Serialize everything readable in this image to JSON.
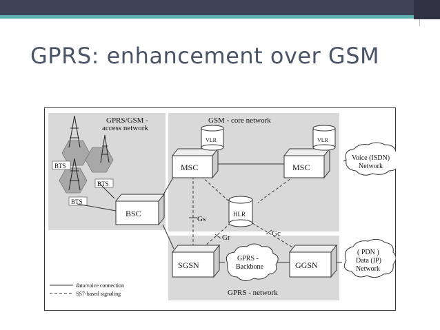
{
  "slide": {
    "title": "GPRS: enhancement over GSM"
  },
  "diagram": {
    "regions": {
      "access": "GPRS/GSM -\naccess network",
      "core": "GSM - core network",
      "gprs": "GPRS - network"
    },
    "nodes": {
      "bts1": "BTS",
      "bts2": "BTS",
      "bts3": "BTS",
      "bsc": "BSC",
      "msc1": "MSC",
      "msc2": "MSC",
      "vlr1": "VLR",
      "vlr2": "VLR",
      "hlr": "HLR",
      "sgsn": "SGSN",
      "ggsn": "GGSN",
      "backbone": "GPRS -\nBackbone",
      "voice": "Voice (ISDN)\nNetwork",
      "pdn": "( PDN )\nData (IP)\nNetwork"
    },
    "interfaces": {
      "gs": "Gs",
      "gr": "Gr",
      "gc": "Gc"
    },
    "legend": {
      "solid": "data/voice connection",
      "dashed": "SS7-based signaling"
    }
  }
}
